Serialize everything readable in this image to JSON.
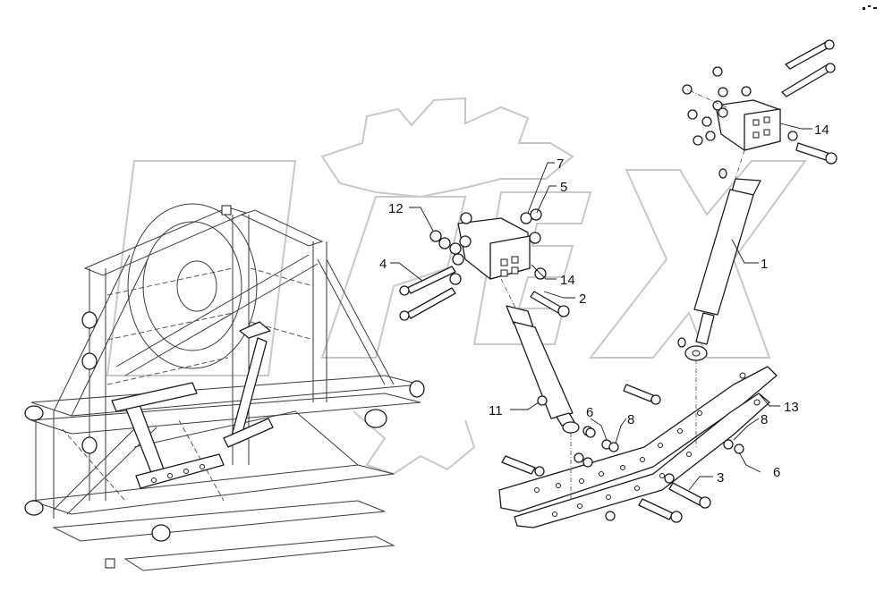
{
  "diagram": {
    "type": "exploded parts diagram",
    "watermark": "OPEX",
    "callouts": [
      {
        "id": "c1",
        "label": "1"
      },
      {
        "id": "c2",
        "label": "2"
      },
      {
        "id": "c3",
        "label": "3"
      },
      {
        "id": "c4",
        "label": "4"
      },
      {
        "id": "c5",
        "label": "5"
      },
      {
        "id": "c6a",
        "label": "6"
      },
      {
        "id": "c6b",
        "label": "6"
      },
      {
        "id": "c7",
        "label": "7"
      },
      {
        "id": "c8a",
        "label": "8"
      },
      {
        "id": "c8b",
        "label": "8"
      },
      {
        "id": "c11",
        "label": "11"
      },
      {
        "id": "c12",
        "label": "12"
      },
      {
        "id": "c13",
        "label": "13"
      },
      {
        "id": "c14a",
        "label": "14"
      },
      {
        "id": "c14b",
        "label": "14"
      }
    ]
  }
}
